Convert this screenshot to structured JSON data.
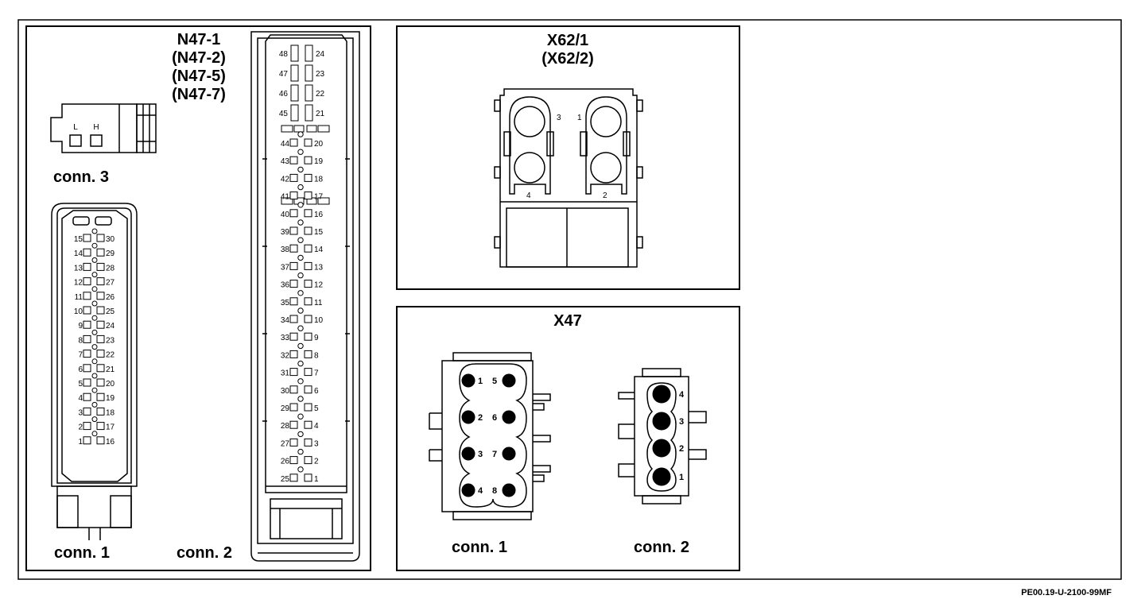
{
  "left_panel": {
    "device_labels": [
      "N47-1",
      "(N47-2)",
      "(N47-5)",
      "(N47-7)"
    ],
    "conn3": {
      "label": "conn. 3",
      "pins": [
        "L",
        "H"
      ]
    },
    "conn1": {
      "label": "conn. 1",
      "rows": [
        [
          "15",
          "30"
        ],
        [
          "14",
          "29"
        ],
        [
          "13",
          "28"
        ],
        [
          "12",
          "27"
        ],
        [
          "11",
          "26"
        ],
        [
          "10",
          "25"
        ],
        [
          "9",
          "24"
        ],
        [
          "8",
          "23"
        ],
        [
          "7",
          "22"
        ],
        [
          "6",
          "21"
        ],
        [
          "5",
          "20"
        ],
        [
          "4",
          "19"
        ],
        [
          "3",
          "18"
        ],
        [
          "2",
          "17"
        ],
        [
          "1",
          "16"
        ]
      ]
    },
    "conn2": {
      "label": "conn. 2",
      "top_rows": [
        [
          "48",
          "24"
        ],
        [
          "47",
          "23"
        ],
        [
          "46",
          "22"
        ],
        [
          "45",
          "21"
        ]
      ],
      "rows": [
        [
          "44",
          "20"
        ],
        [
          "43",
          "19"
        ],
        [
          "42",
          "18"
        ],
        [
          "41",
          "17"
        ],
        [
          "40",
          "16"
        ],
        [
          "39",
          "15"
        ],
        [
          "38",
          "14"
        ],
        [
          "37",
          "13"
        ],
        [
          "36",
          "12"
        ],
        [
          "35",
          "11"
        ],
        [
          "34",
          "10"
        ],
        [
          "33",
          "9"
        ],
        [
          "32",
          "8"
        ],
        [
          "31",
          "7"
        ],
        [
          "30",
          "6"
        ],
        [
          "29",
          "5"
        ],
        [
          "28",
          "4"
        ],
        [
          "27",
          "3"
        ],
        [
          "26",
          "2"
        ],
        [
          "25",
          "1"
        ]
      ]
    }
  },
  "x62_panel": {
    "labels": [
      "X62/1",
      "(X62/2)"
    ],
    "pins": [
      "3",
      "1",
      "4",
      "2"
    ]
  },
  "x47_panel": {
    "label": "X47",
    "conn1": {
      "label": "conn. 1",
      "left_pins": [
        "1",
        "2",
        "3",
        "4"
      ],
      "right_pins": [
        "5",
        "6",
        "7",
        "8"
      ]
    },
    "conn2": {
      "label": "conn. 2",
      "pins": [
        "4",
        "3",
        "2",
        "1"
      ]
    }
  },
  "reference": "PE00.19-U-2100-99MF"
}
